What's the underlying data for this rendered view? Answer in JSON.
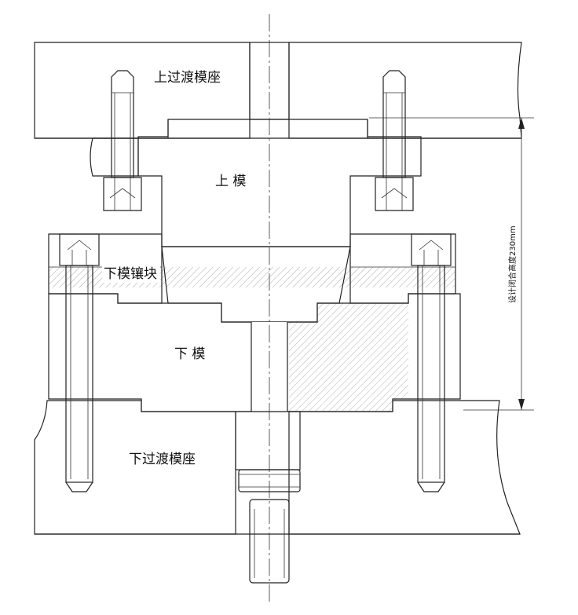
{
  "labels": {
    "upper_transition_seat": "上过渡模座",
    "upper_die": "上 模",
    "lower_die_insert": "下模镶块",
    "lower_die": "下 模",
    "lower_transition_seat": "下过渡模座"
  },
  "dimension": {
    "text": "设计闭合高度230mm"
  },
  "colors": {
    "line": "#222222",
    "background": "#ffffff"
  }
}
